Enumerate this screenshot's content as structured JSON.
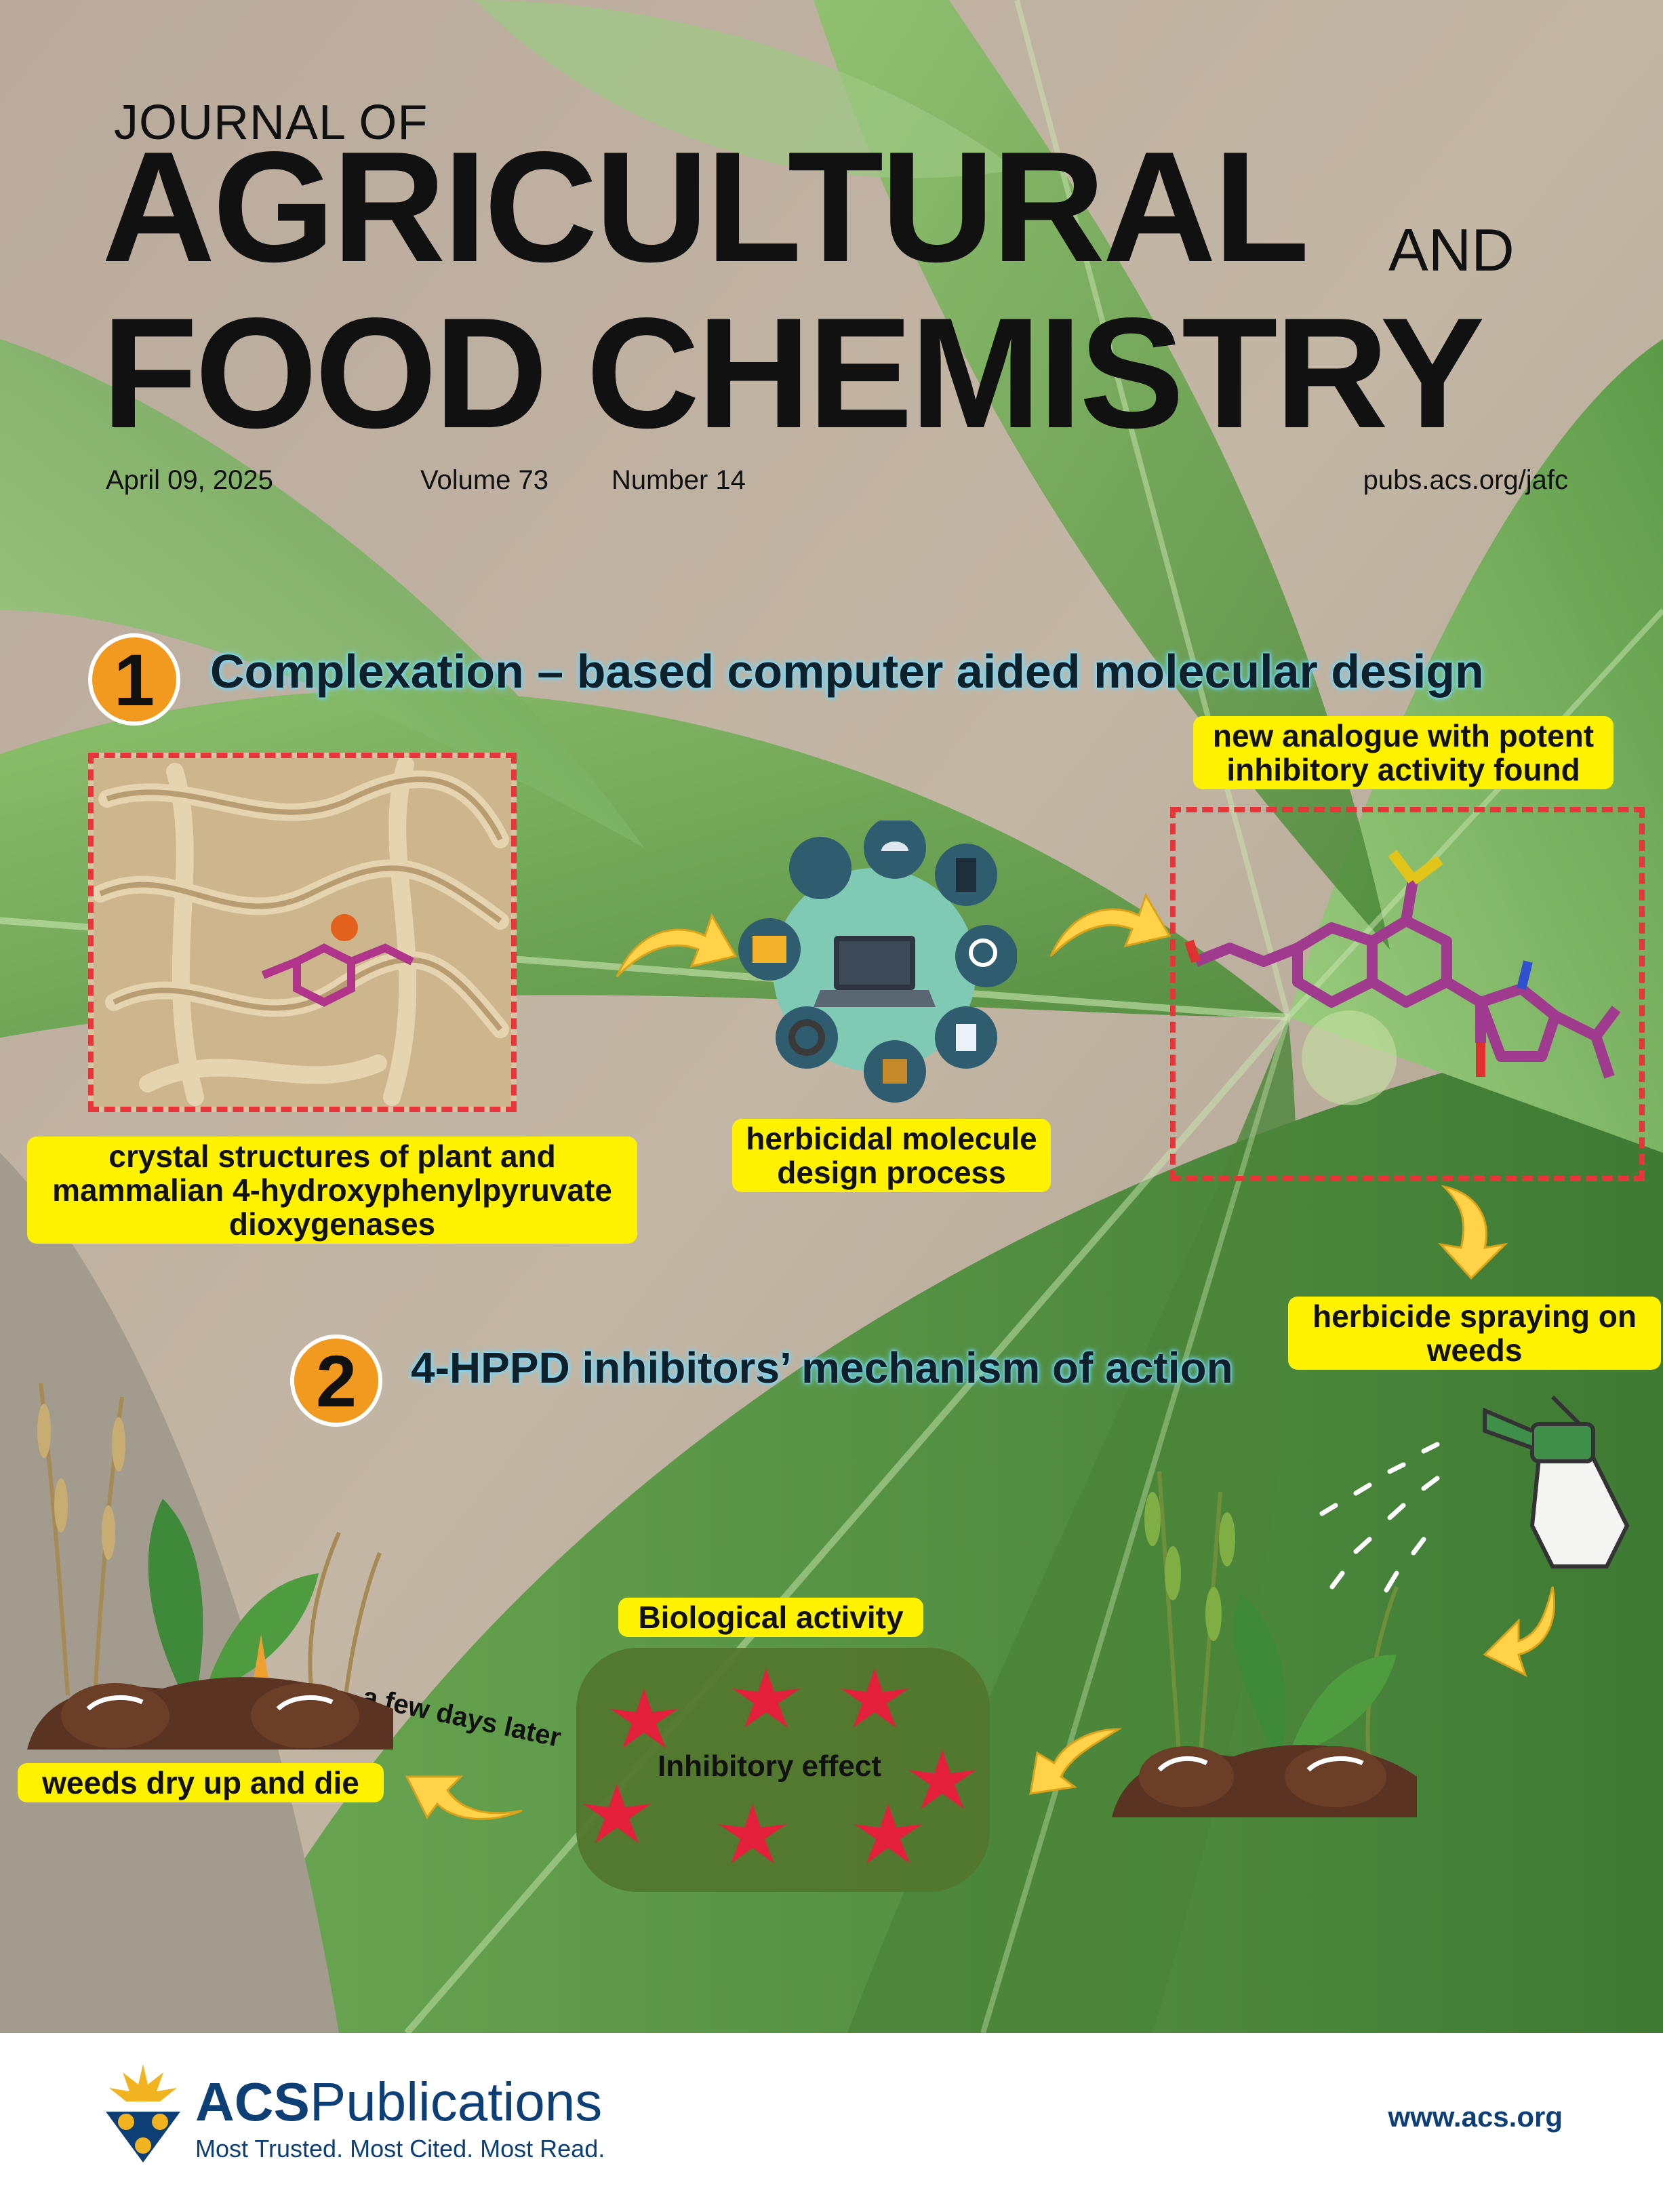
{
  "masthead": {
    "journal_of": "JOURNAL OF",
    "agricultural": "AGRICULTURAL",
    "and": "AND",
    "food_chemistry": "FOOD CHEMISTRY"
  },
  "issue": {
    "date": "April 09, 2025",
    "volume": "Volume 73",
    "number": "Number 14",
    "url": "pubs.acs.org/jafc"
  },
  "step1": {
    "number": "1",
    "title": "Complexation – based computer aided molecular design",
    "label_crystal": "crystal structures of plant and mammalian 4-hydroxyphenylpyruvate dioxygenases",
    "label_design": "herbicidal molecule design process",
    "label_analogue": "new analogue with potent inhibitory activity found"
  },
  "step2": {
    "number": "2",
    "title": "4-HPPD inhibitors’ mechanism of action",
    "label_spraying": "herbicide spraying on weeds",
    "label_bio": "Biological activity",
    "label_inhibitory": "Inhibitory effect",
    "label_days": "a few days later",
    "label_weeds": "weeds dry up and die"
  },
  "footer": {
    "acs": "ACS",
    "publications": "Publications",
    "tagline": "Most Trusted. Most Cited. Most Read.",
    "url": "www.acs.org"
  },
  "colors": {
    "accent_orange": "#f29a1f",
    "label_yellow": "#fff200",
    "dashed_red": "#e8343b",
    "acs_blue": "#0d3f76",
    "leaf_green": "#5f9a4c"
  }
}
